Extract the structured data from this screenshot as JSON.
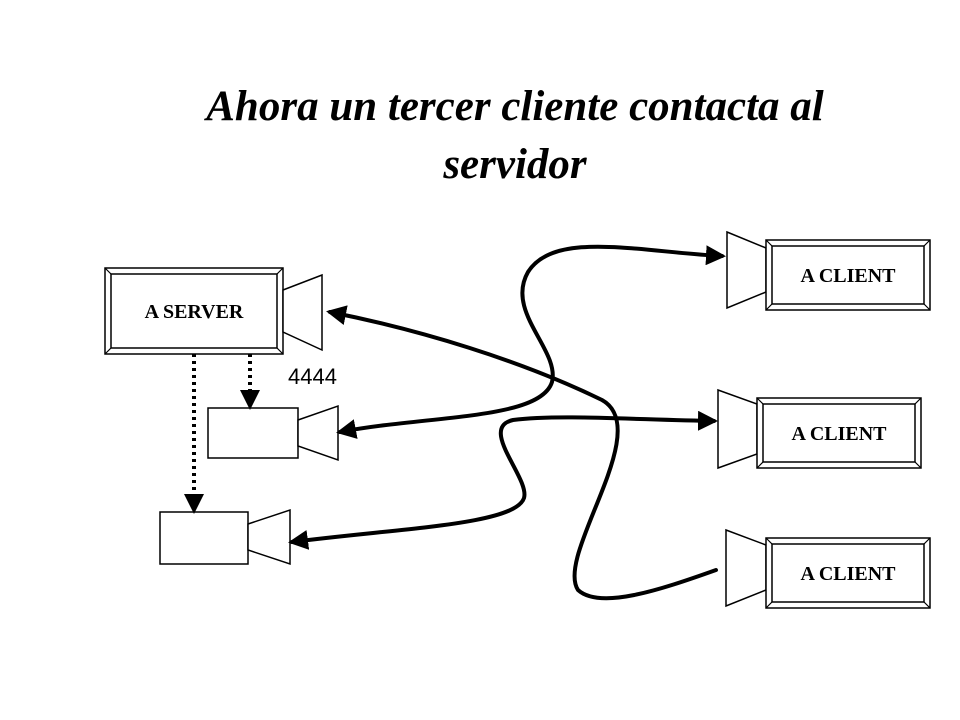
{
  "title": {
    "line1": "Ahora un tercer cliente contacta al",
    "line2": "servidor"
  },
  "server": {
    "label": "A SERVER",
    "port": "4444"
  },
  "clients": [
    {
      "label": "A CLIENT"
    },
    {
      "label": "A CLIENT"
    },
    {
      "label": "A CLIENT"
    }
  ]
}
